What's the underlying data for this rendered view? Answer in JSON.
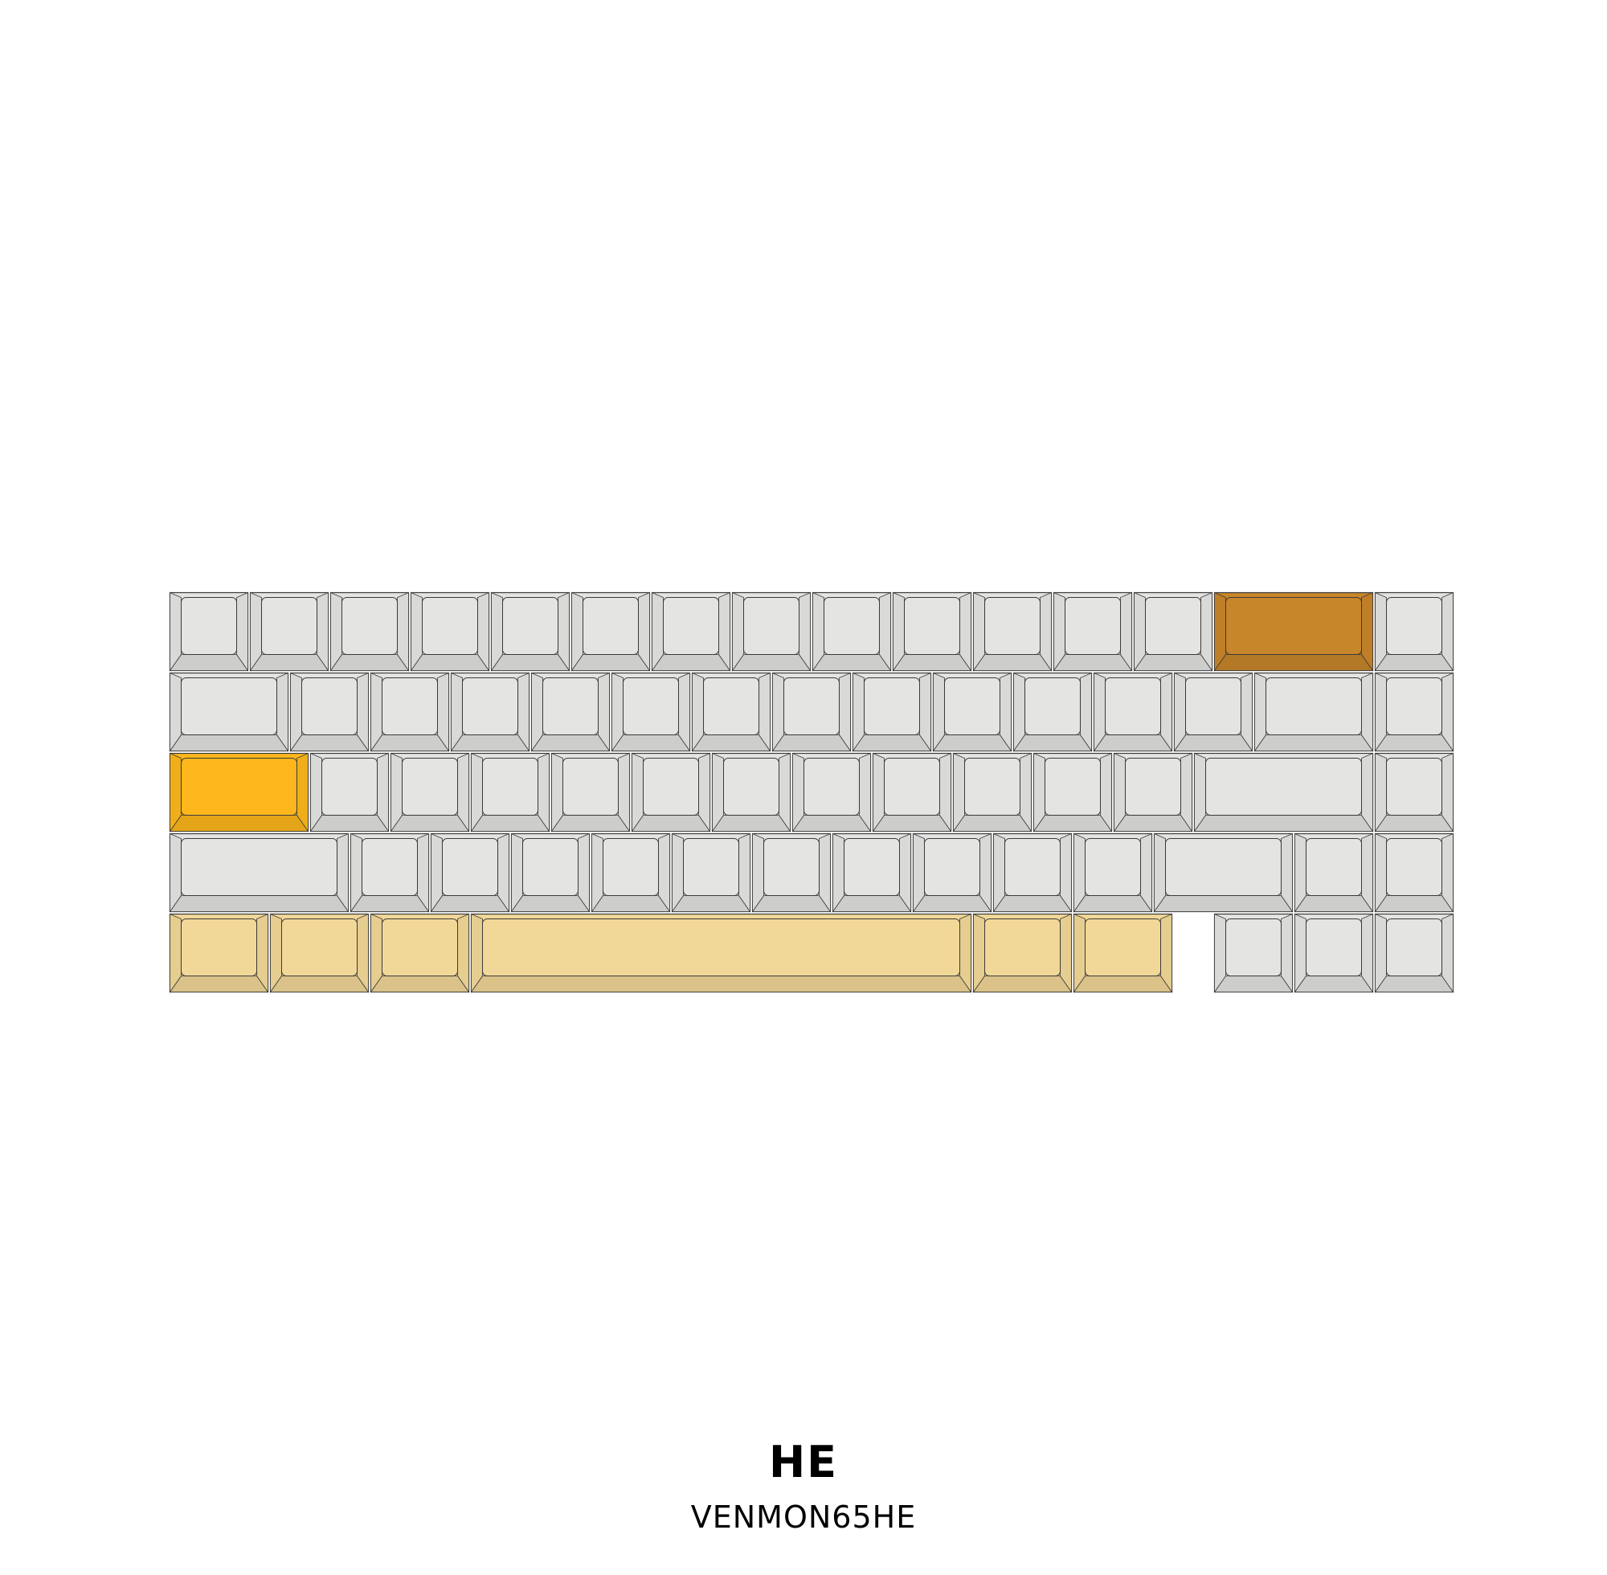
{
  "caption": {
    "title": "HE",
    "subtitle": "VENMON65HE"
  },
  "colors": {
    "background": "#ffffff",
    "alpha_key": "#e4e4e2",
    "outline": "#3a3a3a",
    "accent_escape": "#fdb71c",
    "accent_backspace": "#c8862a",
    "modifier_bottom": "#f2d898"
  },
  "keyboard": {
    "layout": "65%",
    "rows": [
      {
        "row": 1,
        "keys": [
          {
            "w": 1,
            "c": "alpha_key"
          },
          {
            "w": 1,
            "c": "alpha_key"
          },
          {
            "w": 1,
            "c": "alpha_key"
          },
          {
            "w": 1,
            "c": "alpha_key"
          },
          {
            "w": 1,
            "c": "alpha_key"
          },
          {
            "w": 1,
            "c": "alpha_key"
          },
          {
            "w": 1,
            "c": "alpha_key"
          },
          {
            "w": 1,
            "c": "alpha_key"
          },
          {
            "w": 1,
            "c": "alpha_key"
          },
          {
            "w": 1,
            "c": "alpha_key"
          },
          {
            "w": 1,
            "c": "alpha_key"
          },
          {
            "w": 1,
            "c": "alpha_key"
          },
          {
            "w": 1,
            "c": "alpha_key"
          },
          {
            "w": 2,
            "c": "accent_backspace"
          },
          {
            "w": 1,
            "c": "alpha_key"
          }
        ]
      },
      {
        "row": 2,
        "keys": [
          {
            "w": 1.5,
            "c": "alpha_key"
          },
          {
            "w": 1,
            "c": "alpha_key"
          },
          {
            "w": 1,
            "c": "alpha_key"
          },
          {
            "w": 1,
            "c": "alpha_key"
          },
          {
            "w": 1,
            "c": "alpha_key"
          },
          {
            "w": 1,
            "c": "alpha_key"
          },
          {
            "w": 1,
            "c": "alpha_key"
          },
          {
            "w": 1,
            "c": "alpha_key"
          },
          {
            "w": 1,
            "c": "alpha_key"
          },
          {
            "w": 1,
            "c": "alpha_key"
          },
          {
            "w": 1,
            "c": "alpha_key"
          },
          {
            "w": 1,
            "c": "alpha_key"
          },
          {
            "w": 1,
            "c": "alpha_key"
          },
          {
            "w": 1.5,
            "c": "alpha_key"
          },
          {
            "w": 1,
            "c": "alpha_key"
          }
        ]
      },
      {
        "row": 3,
        "keys": [
          {
            "w": 1.75,
            "c": "accent_escape"
          },
          {
            "w": 1,
            "c": "alpha_key"
          },
          {
            "w": 1,
            "c": "alpha_key"
          },
          {
            "w": 1,
            "c": "alpha_key"
          },
          {
            "w": 1,
            "c": "alpha_key"
          },
          {
            "w": 1,
            "c": "alpha_key"
          },
          {
            "w": 1,
            "c": "alpha_key"
          },
          {
            "w": 1,
            "c": "alpha_key"
          },
          {
            "w": 1,
            "c": "alpha_key"
          },
          {
            "w": 1,
            "c": "alpha_key"
          },
          {
            "w": 1,
            "c": "alpha_key"
          },
          {
            "w": 1,
            "c": "alpha_key"
          },
          {
            "w": 2.25,
            "c": "alpha_key"
          },
          {
            "w": 1,
            "c": "alpha_key"
          }
        ]
      },
      {
        "row": 4,
        "keys": [
          {
            "w": 2.25,
            "c": "alpha_key"
          },
          {
            "w": 1,
            "c": "alpha_key"
          },
          {
            "w": 1,
            "c": "alpha_key"
          },
          {
            "w": 1,
            "c": "alpha_key"
          },
          {
            "w": 1,
            "c": "alpha_key"
          },
          {
            "w": 1,
            "c": "alpha_key"
          },
          {
            "w": 1,
            "c": "alpha_key"
          },
          {
            "w": 1,
            "c": "alpha_key"
          },
          {
            "w": 1,
            "c": "alpha_key"
          },
          {
            "w": 1,
            "c": "alpha_key"
          },
          {
            "w": 1,
            "c": "alpha_key"
          },
          {
            "w": 1.75,
            "c": "alpha_key"
          },
          {
            "w": 1,
            "c": "alpha_key"
          },
          {
            "w": 1,
            "c": "alpha_key"
          }
        ]
      },
      {
        "row": 5,
        "keys": [
          {
            "w": 1.25,
            "c": "modifier_bottom"
          },
          {
            "w": 1.25,
            "c": "modifier_bottom"
          },
          {
            "w": 1.25,
            "c": "modifier_bottom"
          },
          {
            "w": 6.25,
            "c": "modifier_bottom"
          },
          {
            "w": 1.25,
            "c": "modifier_bottom"
          },
          {
            "w": 1.25,
            "c": "modifier_bottom"
          },
          {
            "gap": 0.5
          },
          {
            "w": 1,
            "c": "alpha_key"
          },
          {
            "w": 1,
            "c": "alpha_key"
          },
          {
            "w": 1,
            "c": "alpha_key"
          }
        ]
      }
    ]
  }
}
